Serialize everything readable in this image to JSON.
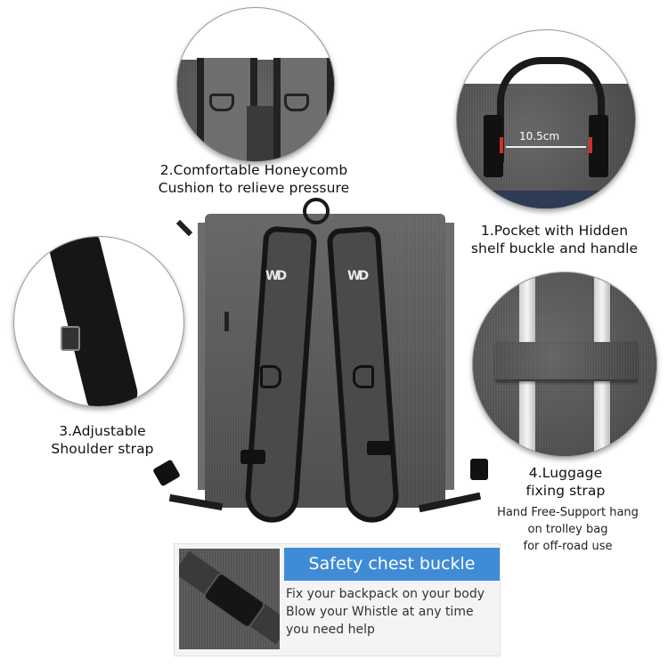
{
  "features": [
    {
      "id": 1,
      "lines": [
        "1.Pocket with Hidden",
        "shelf buckle and handle"
      ],
      "measurement": "10.5cm"
    },
    {
      "id": 2,
      "lines": [
        "2.Comfortable Honeycomb",
        "Cushion to relieve pressure"
      ]
    },
    {
      "id": 3,
      "lines": [
        "3.Adjustable",
        "Shoulder strap"
      ]
    },
    {
      "id": 4,
      "lines": [
        "4.Luggage",
        "fixing strap"
      ],
      "details": [
        "Hand Free-Support hang",
        "on trolley bag",
        "for off-road use"
      ]
    }
  ],
  "safety_panel": {
    "title": "Safety chest buckle",
    "description": [
      "Fix your backpack on your body",
      "Blow your Whistle at any time",
      "you need help"
    ],
    "title_bg": "#3f8bd6"
  },
  "brand_logo": "WD",
  "colors": {
    "fabric": "#5e5e5e",
    "strap": "#1c1c1c",
    "accent_red": "#d0302a"
  }
}
